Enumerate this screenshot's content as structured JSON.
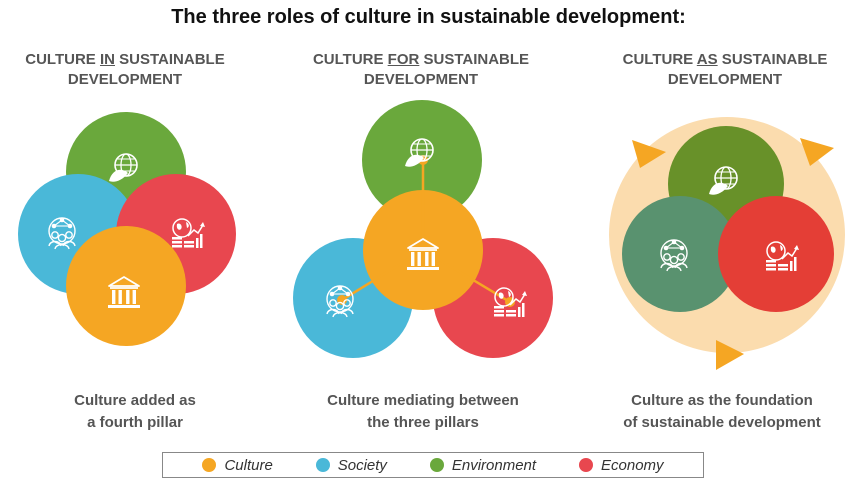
{
  "title": "The three roles of culture in sustainable development:",
  "panels": [
    {
      "heading_pre": "CULTURE ",
      "heading_key": "IN",
      "heading_post": " SUSTAINABLE",
      "heading_line2": "DEVELOPMENT",
      "caption_line1": "Culture added as",
      "caption_line2": "a fourth pillar"
    },
    {
      "heading_pre": "CULTURE ",
      "heading_key": "FOR",
      "heading_post": " SUSTAINABLE",
      "heading_line2": "DEVELOPMENT",
      "caption_line1": "Culture mediating between",
      "caption_line2": "the three pillars"
    },
    {
      "heading_pre": "CULTURE ",
      "heading_key": "AS",
      "heading_post": " SUSTAINABLE",
      "heading_line2": "DEVELOPMENT",
      "caption_line1": "Culture as the foundation",
      "caption_line2": "of sustainable development"
    }
  ],
  "legend": [
    {
      "label": "Culture",
      "color": "#f5a623",
      "icon": "temple-icon"
    },
    {
      "label": "Society",
      "color": "#4ab8d8",
      "icon": "people-network-icon"
    },
    {
      "label": "Environment",
      "color": "#6aa83c",
      "icon": "globe-leaf-icon"
    },
    {
      "label": "Economy",
      "color": "#e8474f",
      "icon": "earth-coins-growth-icon"
    }
  ],
  "colors": {
    "culture": "#f5a623",
    "society": "#4ab8d8",
    "environment": "#6aa83c",
    "economy": "#e8474f",
    "foundation": "#fbdcae",
    "arrow": "#f5a623"
  }
}
